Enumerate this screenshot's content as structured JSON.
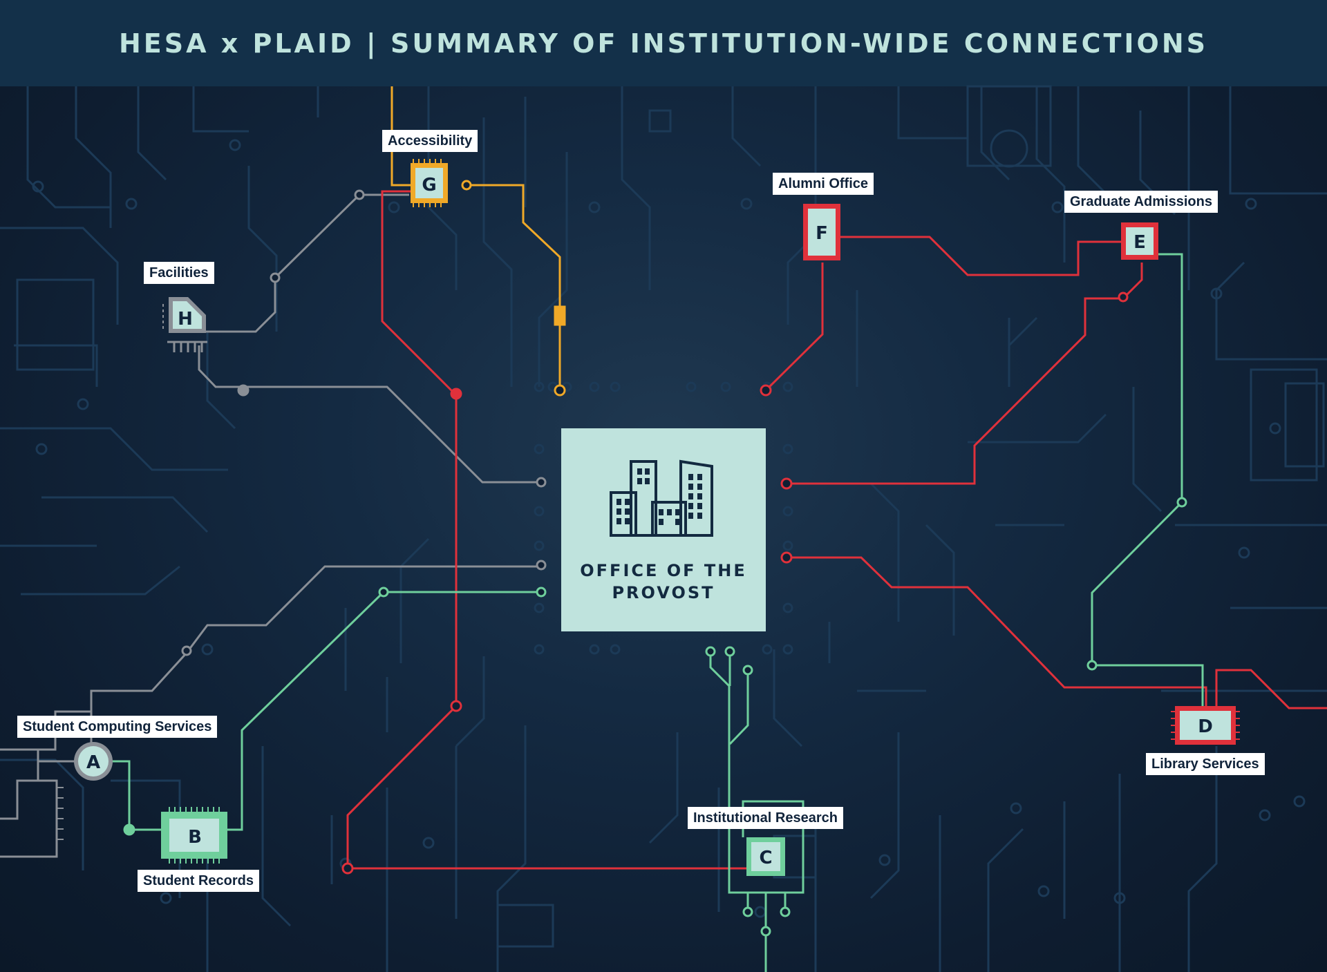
{
  "header": {
    "title": "HESA x PLAID | SUMMARY OF INSTITUTION-WIDE CONNECTIONS"
  },
  "center": {
    "label_line1": "OFFICE OF THE",
    "label_line2": "PROVOST",
    "icon": "office-buildings-icon"
  },
  "nodes": {
    "A": {
      "letter": "A",
      "label": "Student Computing Services"
    },
    "B": {
      "letter": "B",
      "label": "Student Records"
    },
    "C": {
      "letter": "C",
      "label": "Institutional Research"
    },
    "D": {
      "letter": "D",
      "label": "Library Services"
    },
    "E": {
      "letter": "E",
      "label": "Graduate Admissions"
    },
    "F": {
      "letter": "F",
      "label": "Alumni Office"
    },
    "G": {
      "letter": "G",
      "label": "Accessibility"
    },
    "H": {
      "letter": "H",
      "label": "Facilities"
    }
  },
  "colors": {
    "background": "#0f1f33",
    "header": "#133049",
    "gray_trace": "#8a8f96",
    "red_trace": "#e0313b",
    "green_trace": "#6fcf9c",
    "orange_trace": "#f0a928",
    "node_fill": "#bfe3dd",
    "background_trace": "#1c3a57"
  }
}
